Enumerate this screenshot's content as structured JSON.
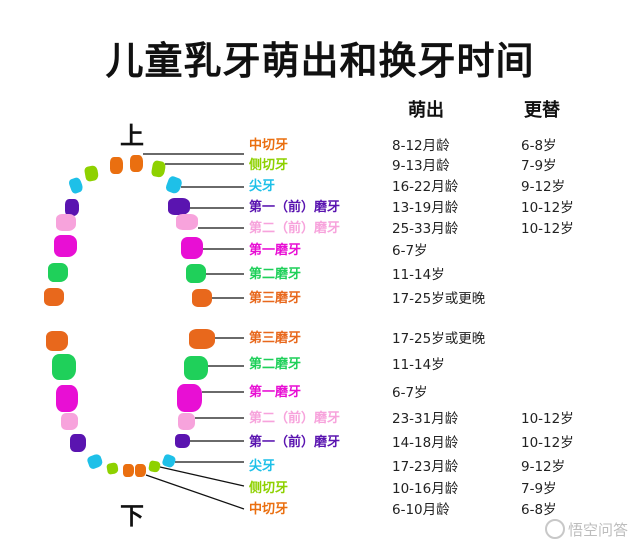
{
  "title": "儿童乳牙萌出和换牙时间",
  "headers": {
    "erupt": "萌出",
    "replace": "更替"
  },
  "labels": {
    "upper": "上",
    "lower": "下"
  },
  "colors": {
    "central_incisor": "#ea6f10",
    "lateral_incisor": "#8ed100",
    "canine": "#1ec0e8",
    "first_molar_front": "#5a14b0",
    "second_molar_front": "#f7a3dc",
    "first_molar": "#e80fd4",
    "second_molar": "#1fd05a",
    "third_molar": "#e8681c"
  },
  "upper_teeth": [
    {
      "name": "中切牙",
      "color_key": "central_incisor",
      "erupt": "8-12月龄",
      "replace": "6-8岁"
    },
    {
      "name": "侧切牙",
      "color_key": "lateral_incisor",
      "erupt": "9-13月龄",
      "replace": "7-9岁"
    },
    {
      "name": "尖牙",
      "color_key": "canine",
      "erupt": "16-22月龄",
      "replace": "9-12岁"
    },
    {
      "name": "第一（前）磨牙",
      "color_key": "first_molar_front",
      "erupt": "13-19月龄",
      "replace": "10-12岁"
    },
    {
      "name": "第二（前）磨牙",
      "color_key": "second_molar_front",
      "erupt": "25-33月龄",
      "replace": "10-12岁"
    },
    {
      "name": "第一磨牙",
      "color_key": "first_molar",
      "erupt": "6-7岁",
      "replace": ""
    },
    {
      "name": "第二磨牙",
      "color_key": "second_molar",
      "erupt": "11-14岁",
      "replace": ""
    },
    {
      "name": "第三磨牙",
      "color_key": "third_molar",
      "erupt": "17-25岁或更晚",
      "replace": ""
    }
  ],
  "lower_teeth": [
    {
      "name": "第三磨牙",
      "color_key": "third_molar",
      "erupt": "17-25岁或更晚",
      "replace": ""
    },
    {
      "name": "第二磨牙",
      "color_key": "second_molar",
      "erupt": "11-14岁",
      "replace": ""
    },
    {
      "name": "第一磨牙",
      "color_key": "first_molar",
      "erupt": "6-7岁",
      "replace": ""
    },
    {
      "name": "第二（前）磨牙",
      "color_key": "second_molar_front",
      "erupt": "23-31月龄",
      "replace": "10-12岁"
    },
    {
      "name": "第一（前）磨牙",
      "color_key": "first_molar_front",
      "erupt": "14-18月龄",
      "replace": "10-12岁"
    },
    {
      "name": "尖牙",
      "color_key": "canine",
      "erupt": "17-23月龄",
      "replace": "9-12岁"
    },
    {
      "name": "侧切牙",
      "color_key": "lateral_incisor",
      "erupt": "10-16月龄",
      "replace": "7-9岁"
    },
    {
      "name": "中切牙",
      "color_key": "central_incisor",
      "erupt": "6-10月龄",
      "replace": "6-8岁"
    }
  ],
  "watermark": "悟空问答"
}
